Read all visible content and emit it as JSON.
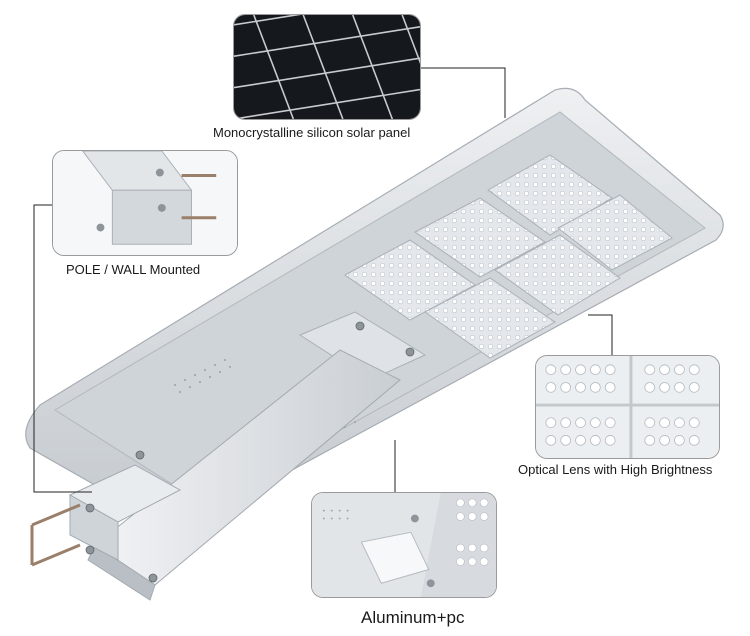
{
  "labels": {
    "solar_panel": "Monocrystalline silicon solar panel",
    "mounting": "POLE / WALL Mounted",
    "lens": "Optical Lens with High Brightness",
    "housing": "Aluminum+pc"
  },
  "colors": {
    "housing": "#d9dde1",
    "housing_shadow": "#aeb4ba",
    "led_panel": "#e6eaee",
    "solar_cell": "#1c1f24",
    "leader_line": "#222222",
    "callout_border": "#9a9a9a"
  }
}
